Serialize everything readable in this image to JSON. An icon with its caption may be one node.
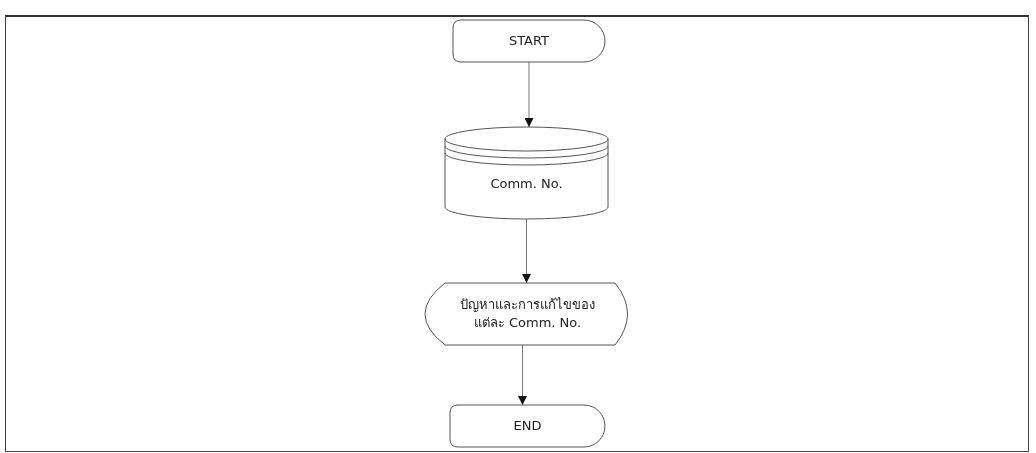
{
  "diagram": {
    "nodes": [
      {
        "text": [
          "START"
        ]
      },
      {
        "text": [
          "Comm. No."
        ]
      },
      {
        "text": [
          "ปัญหาและการแก้ไขของแต่ละ Comm. No."
        ]
      },
      {
        "text": [
          "END"
        ]
      }
    ],
    "edges": [
      {
        "from": 0,
        "to": 1,
        "arrow": "to"
      },
      {
        "from": 1,
        "to": 2,
        "arrow": "to"
      },
      {
        "from": 2,
        "to": 3,
        "arrow": "to"
      }
    ]
  }
}
